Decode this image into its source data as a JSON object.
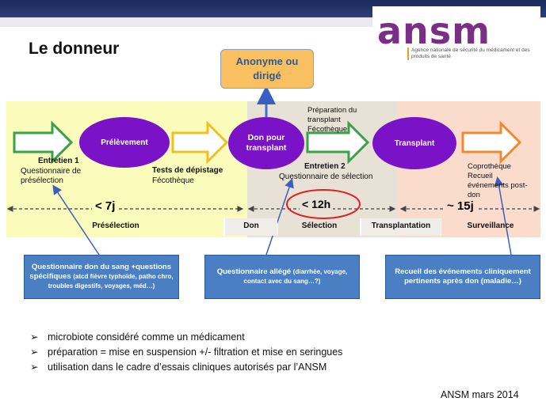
{
  "title": "Le donneur",
  "logo": {
    "word": "ansm",
    "tagline": "Agence nationale de sécurité du médicament et des produits de santé"
  },
  "anonyme": "Anonyme ou dirigé",
  "ellipses": {
    "prelevement": "Prélèvement",
    "don": "Don pour transplant",
    "transplant": "Transplant"
  },
  "labels": {
    "entretien1_title": "Entretien 1",
    "entretien1_sub": "Questionnaire de présélection",
    "tests_title": "Tests de dépistage",
    "tests_sub": "Fécothèque",
    "prep": "Préparation du transplant Fécothèque",
    "entretien2_title": "Entretien 2",
    "entretien2_sub": "Questionnaire de sélection",
    "copro": "Coprothèque Recueil événements post-don"
  },
  "durations": [
    "< 7j",
    "< 12h",
    "~ 15j"
  ],
  "phases": [
    "Présélection",
    "Don",
    "Sélection",
    "Transplantation",
    "Surveillance"
  ],
  "boxes": {
    "box1_main": "Questionnaire don du sang +questions spécifiques",
    "box1_small": "(atcd fièvre typhoïde, patho chro, troubles digestifs, voyages, méd…)",
    "box2_main": "Questionnaire allégé",
    "box2_small": "(diarrhée, voyage, contact avec du sang…?)",
    "box3": "Recueil des événements cliniquement pertinents après don (maladie…)"
  },
  "bullets": [
    "microbiote considéré comme un médicament",
    "préparation = mise en suspension +/- filtration et mise en seringues",
    "utilisation dans le cadre d’essais cliniques autorisés par l’ANSM"
  ],
  "bullet_marker": "➢",
  "footer": "ANSM mars 2014",
  "colors": {
    "ellipse": "#7a12c8",
    "zone_yellow": "#fbfbbc",
    "zone_grey": "#e8e1d6",
    "zone_peach": "#fbdccc",
    "box_blue": "#4a7fc4",
    "anonyme_fill": "#f8c060"
  }
}
